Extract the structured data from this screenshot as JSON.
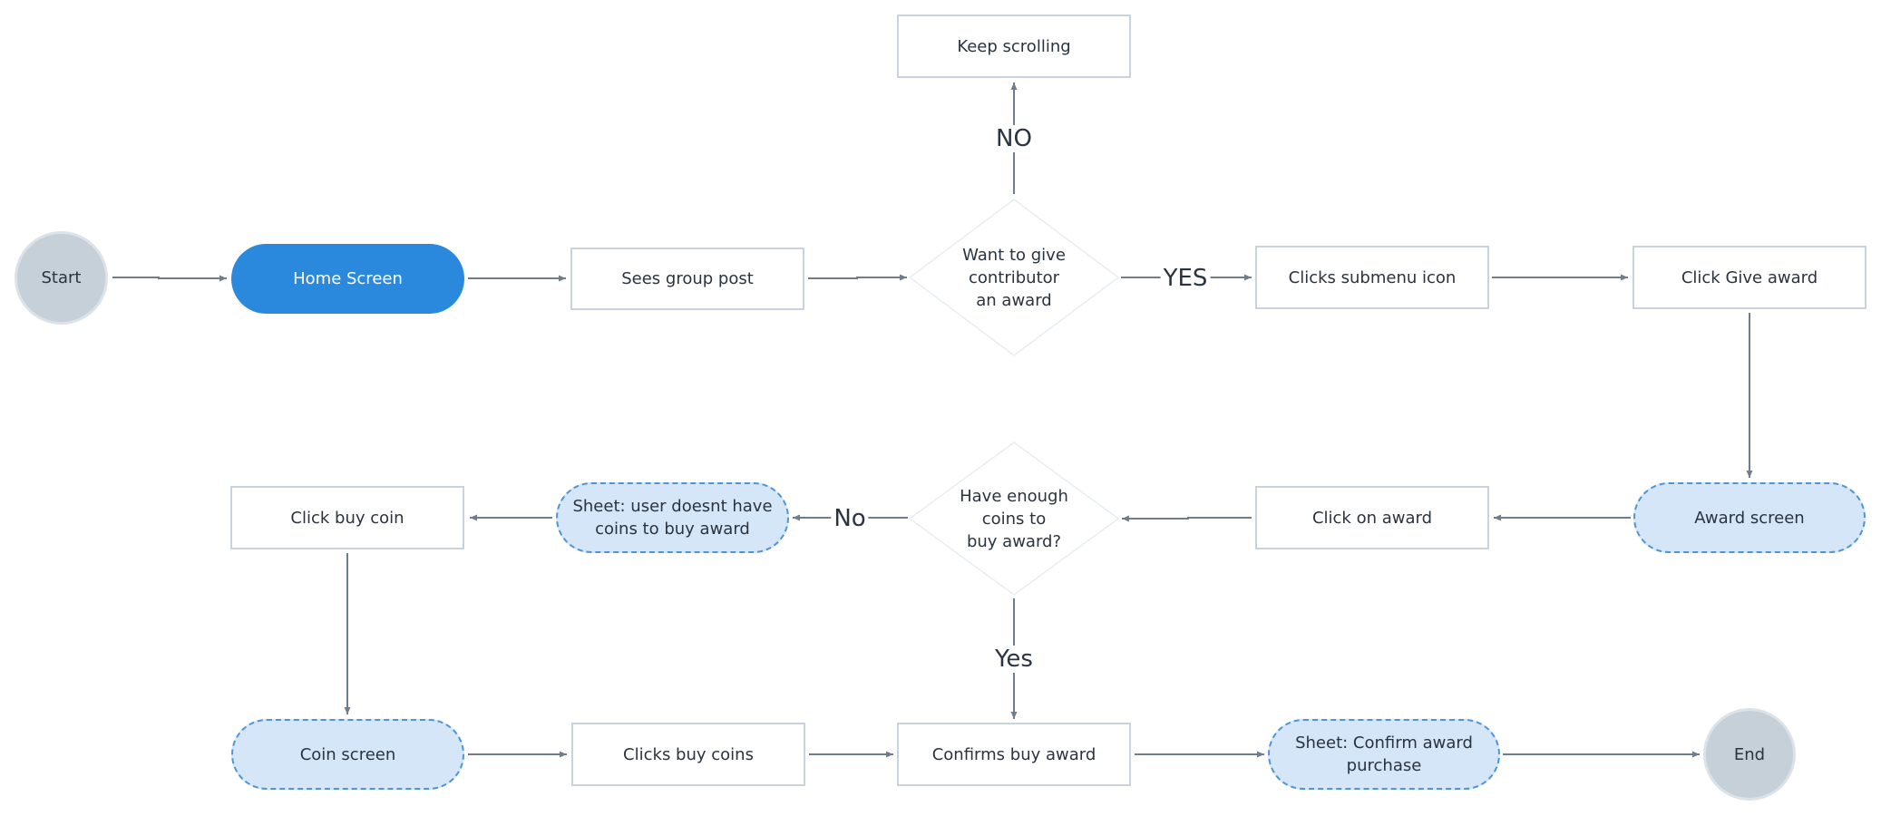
{
  "colors": {
    "primary_fill": "#2a89dc",
    "sheet_fill": "#d4e6f7",
    "sheet_border": "#4d95d8",
    "terminal_fill": "#c6d0d9",
    "box_border": "#c8d3de",
    "connector": "#6f7d8c",
    "text": "#2a3340"
  },
  "nodes": {
    "start": "Start",
    "home": "Home Screen",
    "sees_post": "Sees group post",
    "want_give": "Want to give\ncontributor\nan award",
    "keep_scrolling": "Keep scrolling",
    "clicks_submenu": "Clicks submenu icon",
    "click_give_award": "Click Give award",
    "award_screen": "Award screen",
    "click_on_award": "Click on award",
    "have_enough": "Have enough\ncoins to\nbuy award?",
    "sheet_no_coins": "Sheet: user doesnt have\ncoins to buy award",
    "click_buy_coin": "Click buy coin",
    "coin_screen": "Coin screen",
    "clicks_buy_coins": "Clicks buy coins",
    "confirms_buy": "Confirms buy award",
    "sheet_confirm": "Sheet: Confirm award\npurchase",
    "end": "End"
  },
  "edge_labels": {
    "no_upper": "NO",
    "yes_upper": "YES",
    "no_lower": "No",
    "yes_lower": "Yes"
  }
}
